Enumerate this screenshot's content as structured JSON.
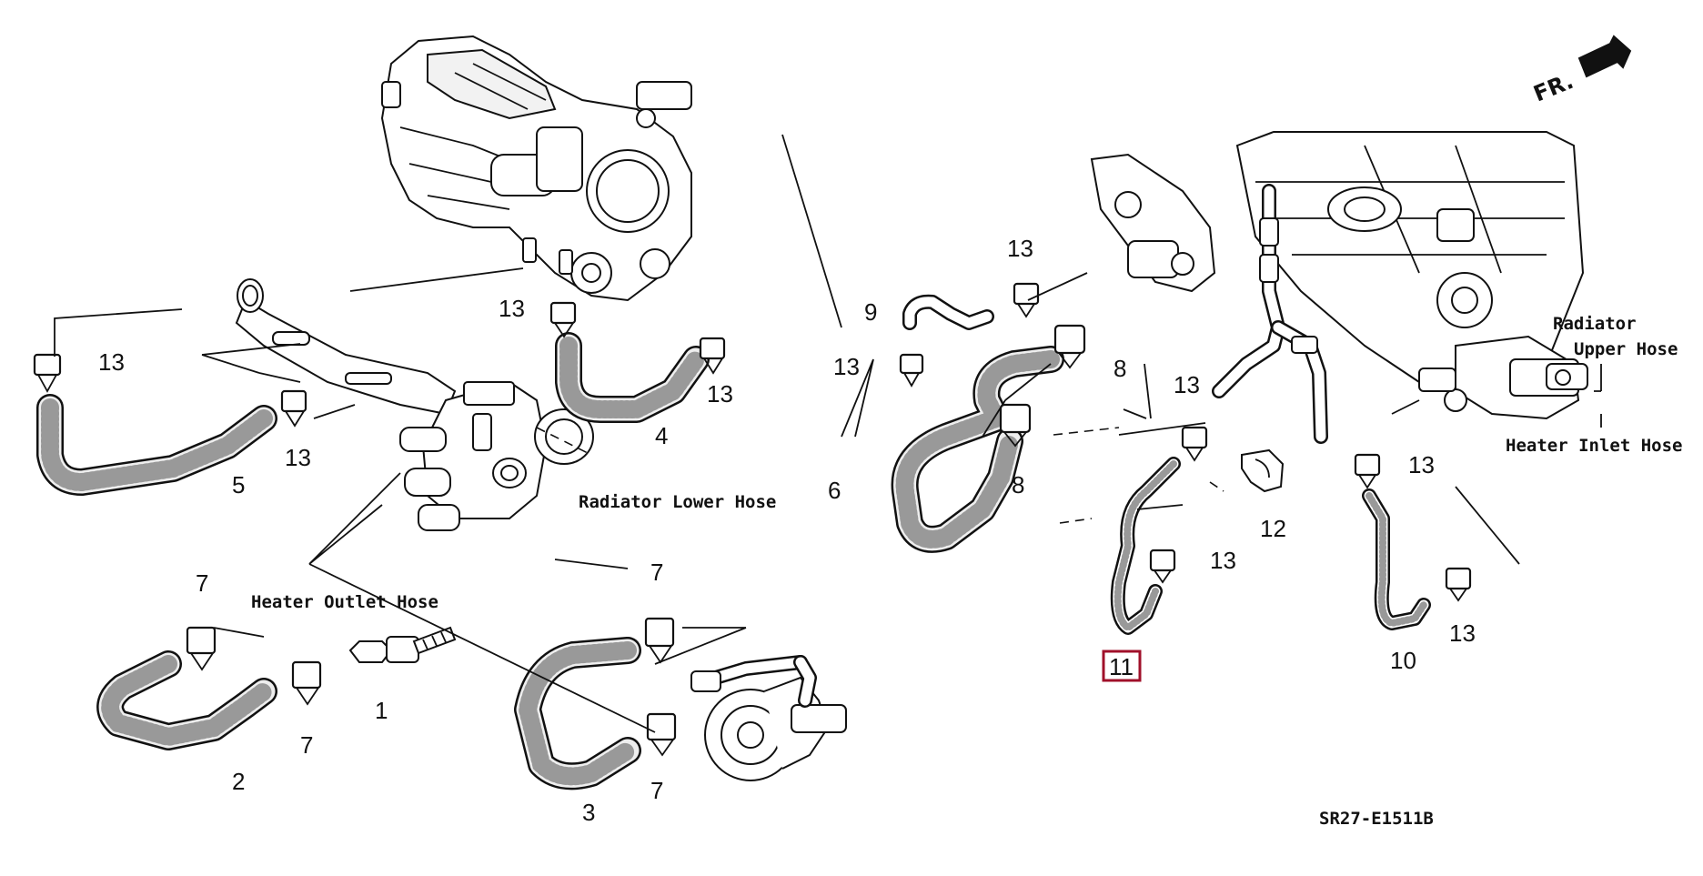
{
  "diagram": {
    "code": "SR27-E1511B",
    "direction_marker": "FR.",
    "labels": {
      "radiator_lower_hose": "Radiator Lower Hose",
      "heater_outlet_hose": "Heater Outlet Hose",
      "radiator": "Radiator",
      "upper_hose": "Upper Hose",
      "heater_inlet_hose": "Heater Inlet  Hose"
    },
    "callouts": [
      "13",
      "13",
      "5",
      "13",
      "13",
      "4",
      "7",
      "2",
      "7",
      "1",
      "7",
      "3",
      "7",
      "9",
      "13",
      "13",
      "6",
      "8",
      "8",
      "13",
      "13",
      "11",
      "12",
      "13",
      "10",
      "13"
    ],
    "highlighted_part": "11"
  }
}
